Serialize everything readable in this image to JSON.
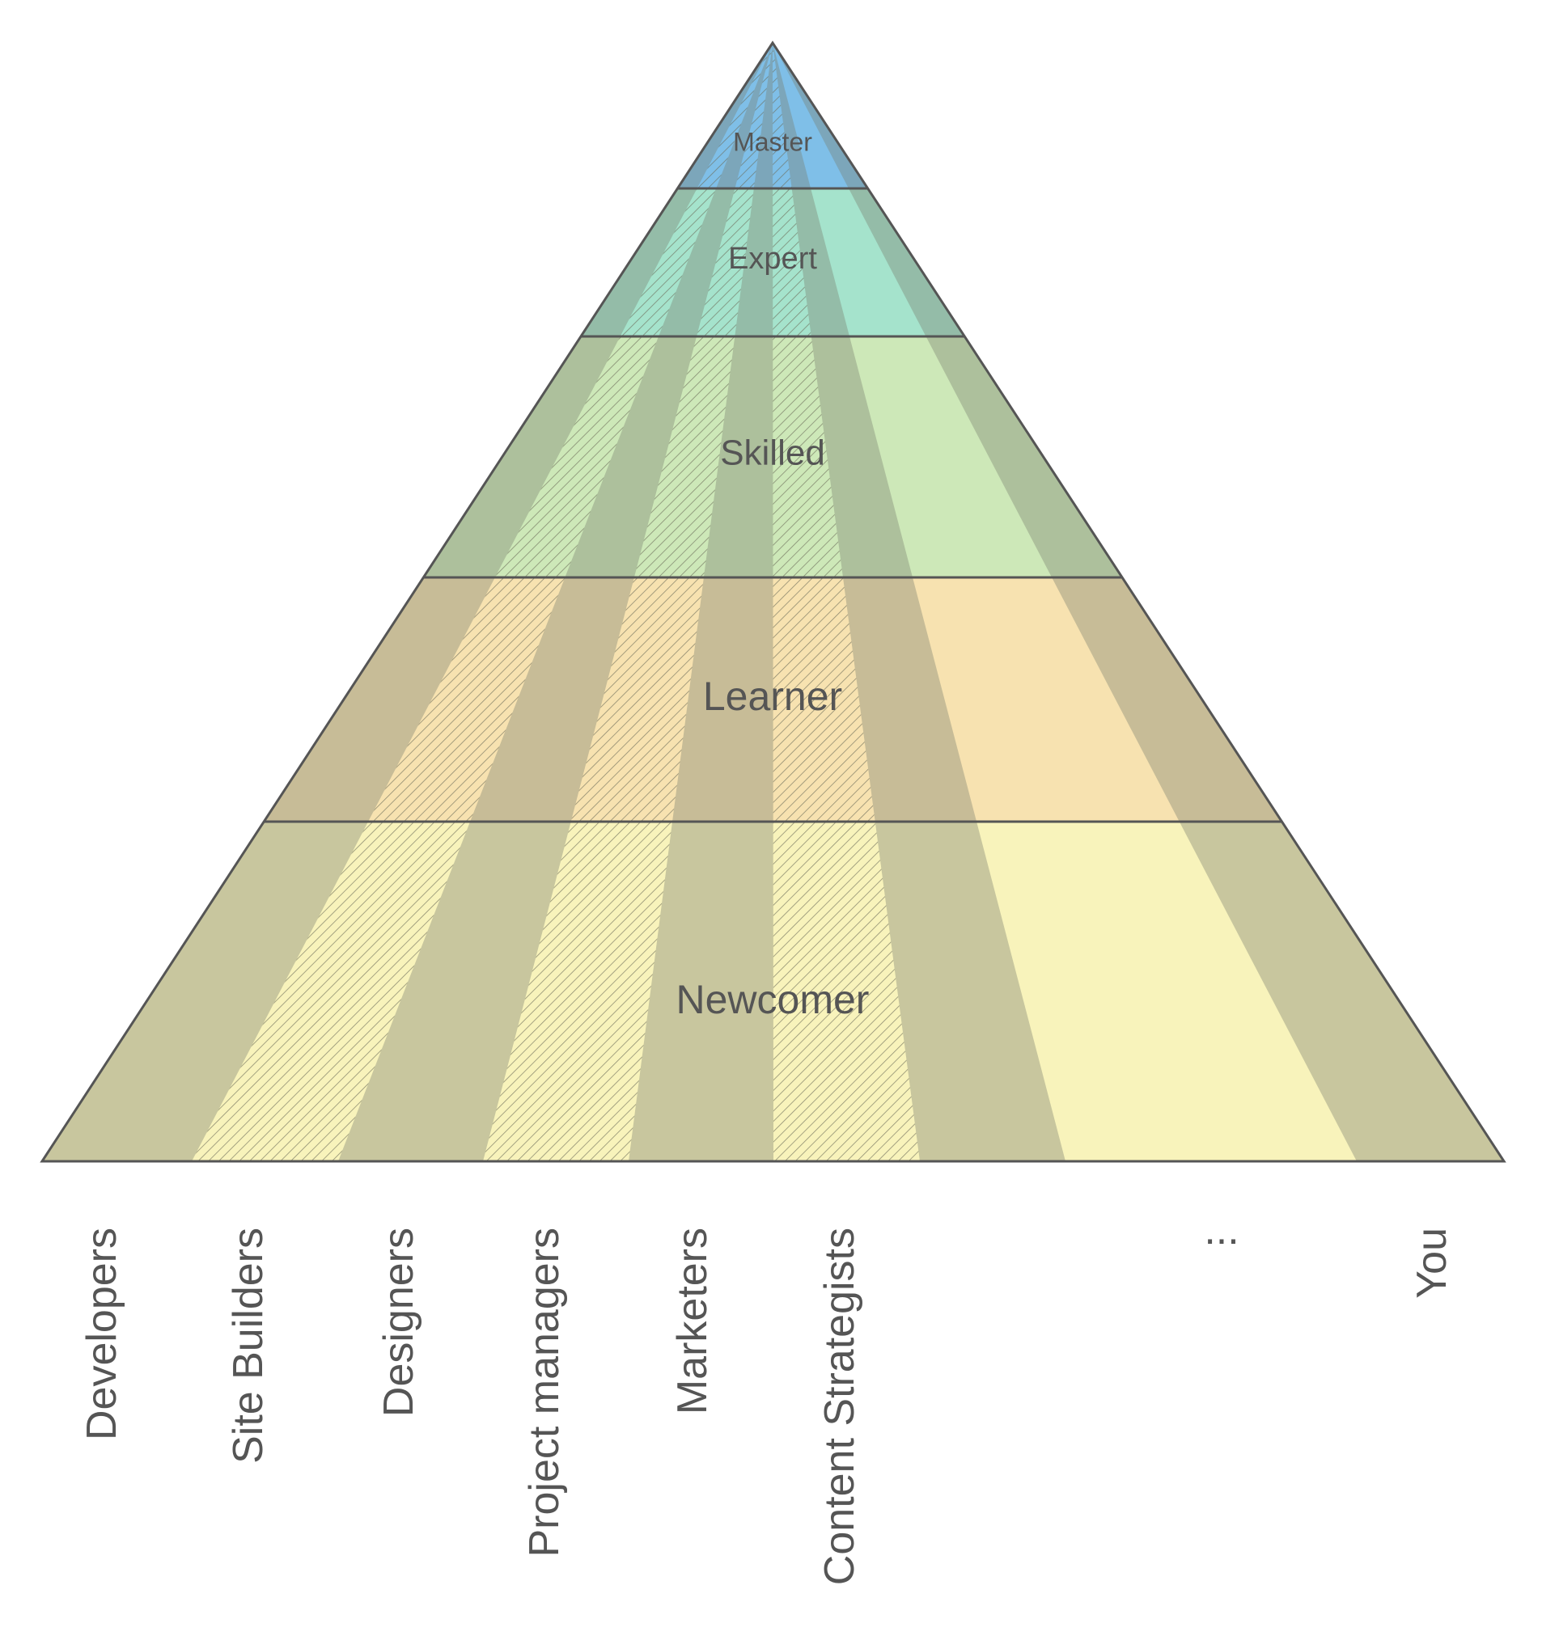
{
  "diagram": {
    "levels": [
      {
        "label": "Master",
        "color": "#7fbfe8"
      },
      {
        "label": "Expert",
        "color": "#a5e3cc"
      },
      {
        "label": "Skilled",
        "color": "#cde8b8"
      },
      {
        "label": "Learner",
        "color": "#f7e2b0"
      },
      {
        "label": "Newcomer",
        "color": "#f8f3bb"
      }
    ],
    "roles": [
      {
        "label": "Developers"
      },
      {
        "label": "Site Builders"
      },
      {
        "label": "Designers"
      },
      {
        "label": "Project managers"
      },
      {
        "label": "Marketers"
      },
      {
        "label": "Content Strategists"
      },
      {
        "label": ""
      },
      {
        "label": "..."
      },
      {
        "label": "You"
      }
    ],
    "colors": {
      "outline": "#555555",
      "text": "#555555",
      "shade_column": "#7a7f6e",
      "hatch": "#6d6d5a"
    }
  }
}
